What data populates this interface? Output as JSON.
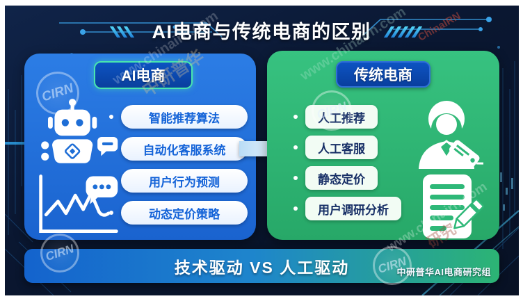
{
  "title": "AI电商与传统电商的区别",
  "left_panel": {
    "header": "AI电商",
    "items": [
      "智能推荐算法",
      "自动化客服系统",
      "用户行为预测",
      "动态定价策略"
    ],
    "icons": [
      "robot-icon",
      "analytics-chart-icon"
    ]
  },
  "right_panel": {
    "header": "传统电商",
    "items": [
      "人工推荐",
      "人工客服",
      "静态定价",
      "用户调研分析"
    ],
    "icons": [
      "customer-service-person-icon",
      "document-edit-icon"
    ]
  },
  "footer": {
    "label": "技术驱动 VS 人工驱动"
  },
  "watermarks": {
    "logo": "CIRN",
    "credit": "中研普华AI电商研究组",
    "site": "www.chinairn.com",
    "org": "中研普华",
    "brand": "ChinaIRN",
    "extra": "研究"
  },
  "colors": {
    "background": "#0a1731",
    "left_panel": "#1e6ed6",
    "right_panel": "#2eb878",
    "badge": "#0a47b2",
    "badge_border_left": "#49e6ae",
    "left_pill_text": "#1463d8",
    "right_pill_text": "#172f66",
    "footer_start": "#1463cd",
    "footer_end": "#2cb474",
    "accent_cyan": "#55d9f8"
  }
}
